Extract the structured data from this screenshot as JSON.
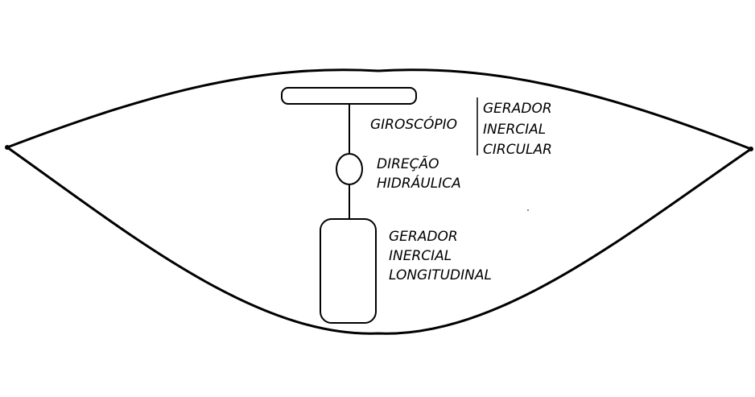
{
  "colors": {
    "stroke": "#000000",
    "background": "#ffffff"
  },
  "labels": {
    "giroscopio": "GIROSCÓPIO",
    "gerador_circular": [
      "GERADOR",
      "INERCIAL",
      "CIRCULAR"
    ],
    "direcao": [
      "DIREÇÃO",
      "HIDRÁULICA"
    ],
    "gerador_longitudinal": [
      "GERADOR",
      "INERCIAL",
      "LONGITUDINAL"
    ]
  }
}
